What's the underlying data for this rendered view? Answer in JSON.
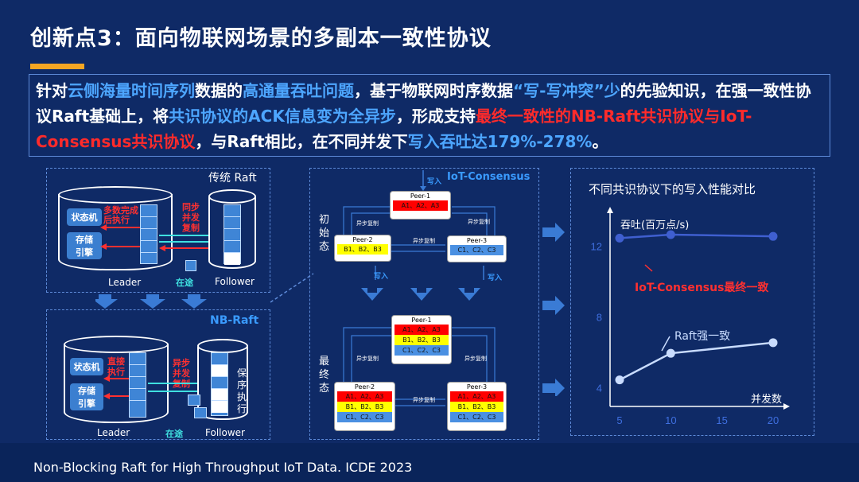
{
  "title": "创新点3：面向物联网场景的多副本一致性协议",
  "summary": {
    "p1": "针对",
    "p2": "云侧海量时间序列",
    "p3": "数据的",
    "p4": "高通量吞吐问题",
    "p5": "，基于物联网时序数据",
    "p6": "“写-写冲突”少",
    "p7": "的先验知识，在强一致性协议Raft基础上，将",
    "p8": "共识协议的ACK信息变为全异步",
    "p9": "，形成支持",
    "p10": "最终一致性的NB-Raft共识协议与IoT-Consensus共识协议",
    "p11": "，与Raft相比，在不同并发下",
    "p12": "写入吞吐达179%-278%",
    "p13": "。"
  },
  "raft": {
    "title": "传统 Raft",
    "state_machine": "状态机",
    "storage": "存储\n引擎",
    "majority": "多数完成\n后执行",
    "sync": "同步\n并发\n复制",
    "leader": "Leader",
    "follower": "Follower",
    "in_transit": "在途"
  },
  "nbraft": {
    "title": "NB-Raft",
    "state_machine": "状态机",
    "storage": "存储\n引擎",
    "direct": "直接\n执行",
    "async": "异步\n并发\n复制",
    "leader": "Leader",
    "follower": "Follower",
    "in_transit": "在途",
    "ordered": "保\n序\n执\n行"
  },
  "iot": {
    "title": "IoT-Consensus",
    "write": "写入",
    "initial": "初\n始\n态",
    "final": "最\n终\n态",
    "async_copy": "异步复制",
    "peer1": "Peer-1",
    "peer2": "Peer-2",
    "peer3": "Peer-3",
    "a_row": "A1、A2、A3",
    "b_row": "B1、B2、B3",
    "c_row": "C1、C2、C3"
  },
  "chart_data": {
    "type": "line",
    "title": "不同共识协议下的写入性能对比",
    "ylabel": "吞吐(百万点/s)",
    "xlabel": "并发数",
    "x": [
      5,
      10,
      20
    ],
    "x_ticks": [
      "5",
      "10",
      "15",
      "20"
    ],
    "y_ticks": [
      "4",
      "8",
      "12"
    ],
    "xlim": [
      5,
      20
    ],
    "ylim": [
      3,
      14
    ],
    "series": [
      {
        "name": "IoT-Consensus最终一致",
        "values": [
          12.5,
          12.7,
          12.6
        ],
        "color": "#3f5fd0"
      },
      {
        "name": "Raft强一致",
        "values": [
          4.5,
          6.0,
          6.6
        ],
        "color": "#c9dcff"
      }
    ]
  },
  "footer": "Non-Blocking Raft for High Throughput IoT Data. ICDE 2023"
}
